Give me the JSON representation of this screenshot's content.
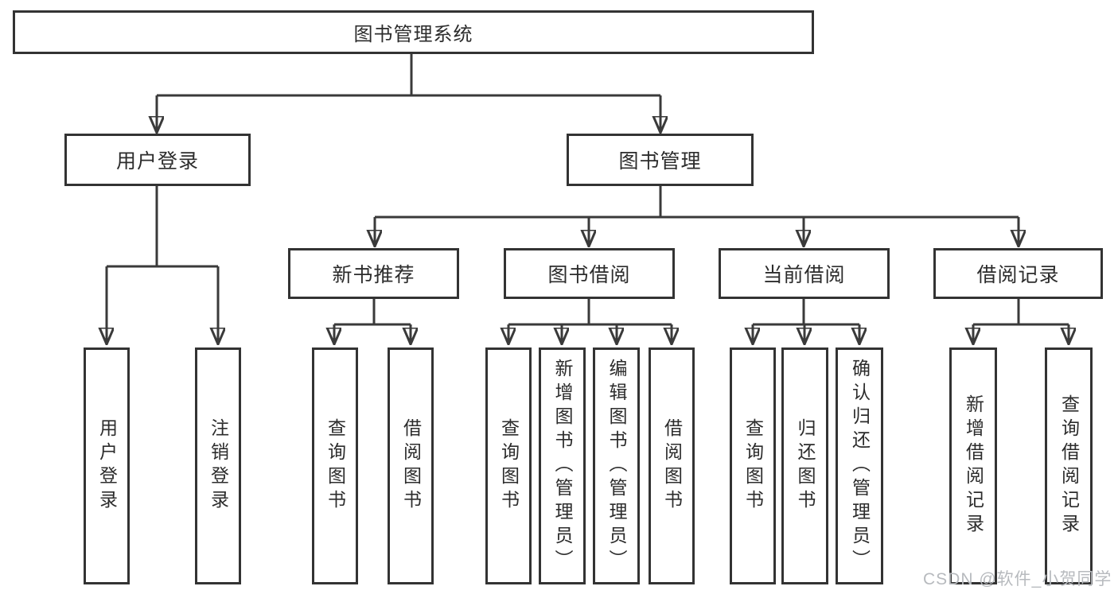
{
  "colors": {
    "background": "#ffffff",
    "line": "#3a3a3a",
    "box_border": "#333333",
    "text": "#2c2c2c",
    "watermark": "#b7babe"
  },
  "tree": {
    "label": "图书管理系统",
    "children": [
      {
        "label": "用户登录",
        "children": [
          {
            "label": "用户登录"
          },
          {
            "label": "注销登录"
          }
        ]
      },
      {
        "label": "图书管理",
        "children": [
          {
            "label": "新书推荐",
            "children": [
              {
                "label": "查询图书"
              },
              {
                "label": "借阅图书"
              }
            ]
          },
          {
            "label": "图书借阅",
            "children": [
              {
                "label": "查询图书"
              },
              {
                "label": "新增图书（管理员）"
              },
              {
                "label": "编辑图书（管理员）"
              },
              {
                "label": "借阅图书"
              }
            ]
          },
          {
            "label": "当前借阅",
            "children": [
              {
                "label": "查询图书"
              },
              {
                "label": "归还图书"
              },
              {
                "label": "确认归还（管理员）"
              }
            ]
          },
          {
            "label": "借阅记录",
            "children": [
              {
                "label": "新增借阅记录"
              },
              {
                "label": "查询借阅记录"
              }
            ]
          }
        ]
      }
    ]
  },
  "watermark": {
    "text": "CSDN @软件_小贺同学"
  }
}
